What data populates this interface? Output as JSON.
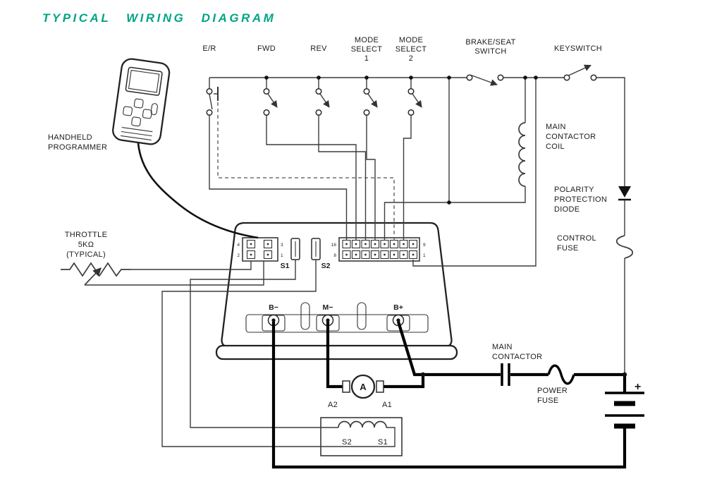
{
  "title": "TYPICAL WIRING DIAGRAM",
  "colors": {
    "title_accent": "#00A584",
    "wire": "#3C3C3C",
    "power_wire": "#000000"
  },
  "switch_labels": {
    "er": "E/R",
    "fwd": "FWD",
    "rev": "REV",
    "mode_select_1": [
      "MODE",
      "SELECT",
      "1"
    ],
    "mode_select_2": [
      "MODE",
      "SELECT",
      "2"
    ],
    "brake_seat": [
      "BRAKE/SEAT",
      "SWITCH"
    ],
    "keyswitch": "KEYSWITCH"
  },
  "left_labels": {
    "handheld_programmer": [
      "HANDHELD",
      "PROGRAMMER"
    ],
    "throttle": [
      "THROTTLE",
      "5KΩ",
      "(TYPICAL)"
    ]
  },
  "right_labels": {
    "main_contactor_coil": [
      "MAIN",
      "CONTACTOR",
      "COIL"
    ],
    "polarity_protection_diode": [
      "POLARITY",
      "PROTECTION",
      "DIODE"
    ],
    "control_fuse": [
      "CONTROL",
      "FUSE"
    ],
    "main_contactor": [
      "MAIN",
      "CONTACTOR"
    ],
    "power_fuse": [
      "POWER",
      "FUSE"
    ],
    "battery_positive": "+"
  },
  "controller": {
    "s1": "S1",
    "s2": "S2",
    "terminal_b_minus": "B−",
    "terminal_m_minus": "M−",
    "terminal_b_plus": "B+",
    "connector4_pin_numbers": [
      "4",
      "3",
      "2",
      "1"
    ],
    "connector16_pin_numbers": [
      "16",
      "9",
      "8",
      "1"
    ]
  },
  "motor": {
    "armature_letter": "A",
    "terminal_a2": "A2",
    "terminal_a1": "A1",
    "field_s2": "S2",
    "field_s1": "S1"
  }
}
